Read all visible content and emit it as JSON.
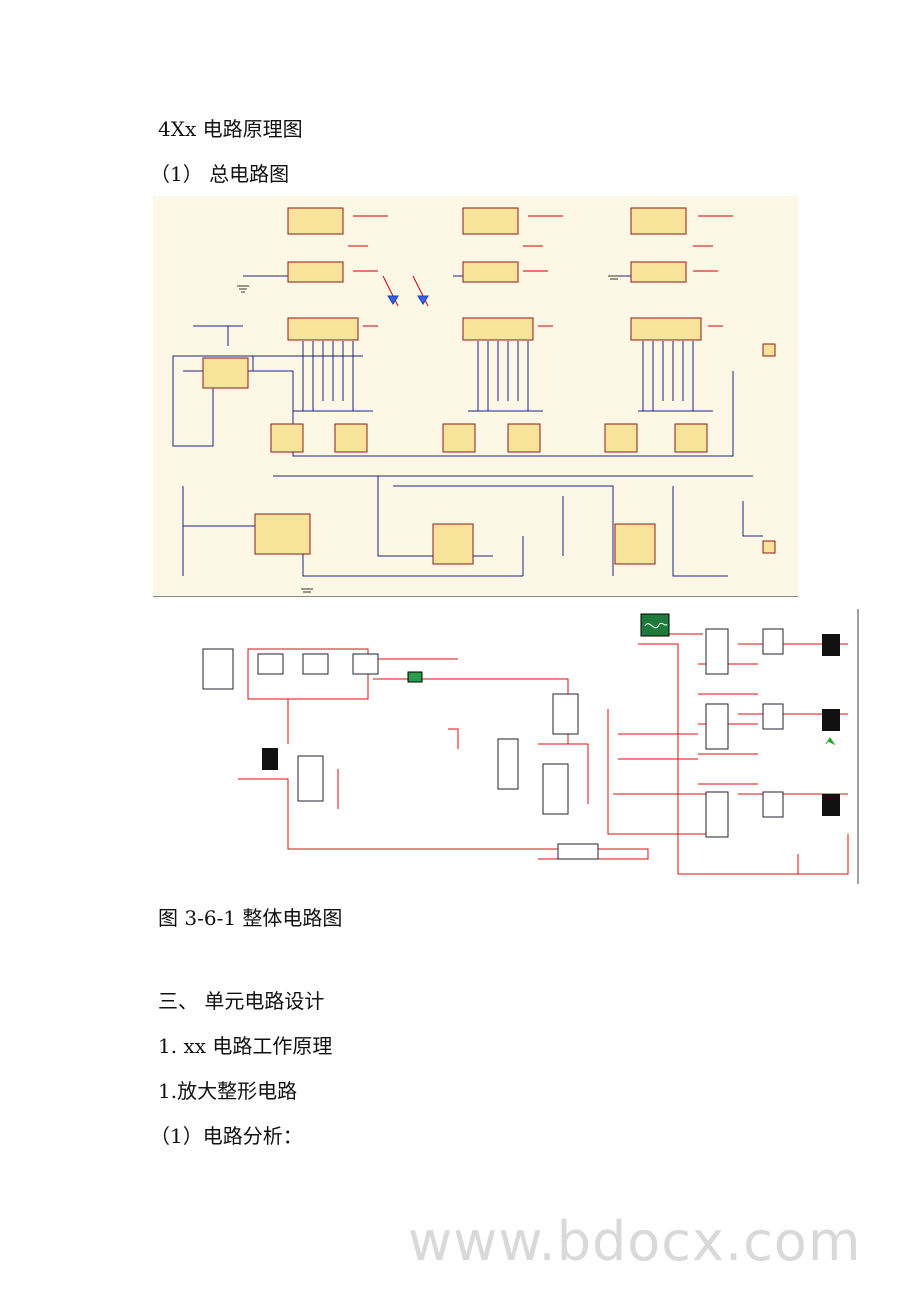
{
  "heading_section": "4Xx 电路原理图",
  "heading_sub": "（1） 总电路图",
  "figure_caption": "图 3-6-1 整体电路图",
  "watermark": "www.bdocx.com",
  "section_three": "三、 单元电路设计",
  "subsection_1": "1. xx 电路工作原理",
  "subsubsection_1": "1.放大整形电路",
  "item_1": "（1）电路分析："
}
